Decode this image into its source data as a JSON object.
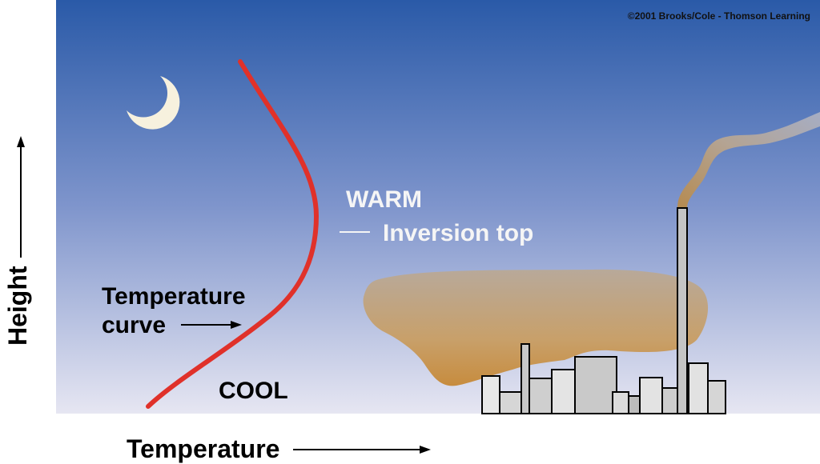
{
  "copyright": "©2001 Brooks/Cole - Thomson Learning",
  "labels": {
    "warm": "WARM",
    "inversion_top": "Inversion top",
    "temperature_curve_line1": "Temperature",
    "temperature_curve_line2": "curve",
    "cool": "COOL",
    "x_axis": "Temperature",
    "y_axis": "Height"
  },
  "colors": {
    "sky_top": "#2a5aa8",
    "sky_mid": "#7f95cc",
    "sky_bottom": "#e6e6f2",
    "temperature_curve": "#e0312a",
    "smog": "#c49a5c",
    "moon": "#f7f1de",
    "buildings": "#d2d2d2",
    "stack_smoke": "#b39a7a"
  },
  "icons": [
    "moon-icon",
    "factory-icon",
    "smokestack-icon"
  ]
}
